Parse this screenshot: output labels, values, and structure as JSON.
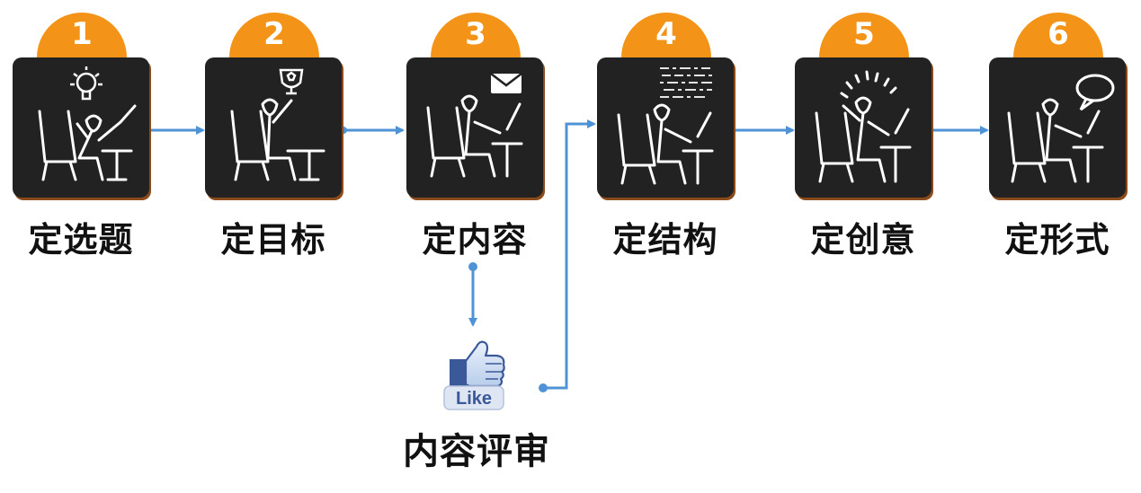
{
  "steps": [
    {
      "num": "1",
      "label": "定选题",
      "icon": "lightbulb-icon"
    },
    {
      "num": "2",
      "label": "定目标",
      "icon": "trophy-icon"
    },
    {
      "num": "3",
      "label": "定内容",
      "icon": "envelope-icon"
    },
    {
      "num": "4",
      "label": "定结构",
      "icon": "binary-code-icon"
    },
    {
      "num": "5",
      "label": "定创意",
      "icon": "idea-burst-icon"
    },
    {
      "num": "6",
      "label": "定形式",
      "icon": "speech-bubble-icon"
    }
  ],
  "review": {
    "label": "内容评审",
    "badge_text": "Like",
    "icon": "thumbs-up-like-icon"
  },
  "colors": {
    "badge": "#f39419",
    "card": "#222222",
    "arrow": "#4f93d6",
    "like_blue": "#3b5998"
  }
}
